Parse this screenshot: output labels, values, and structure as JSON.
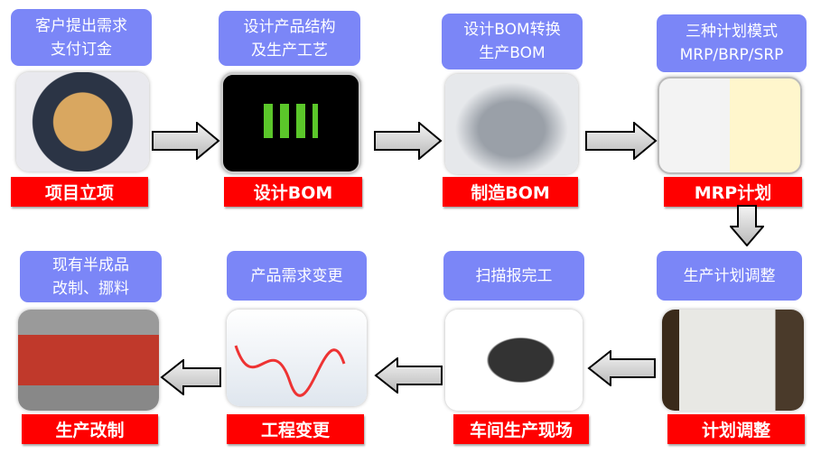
{
  "steps": [
    {
      "desc": [
        "客户提出需求",
        "支付订金"
      ],
      "label": "项目立项",
      "image": "meeting-photo"
    },
    {
      "desc": [
        "设计产品结构",
        "及生产工艺"
      ],
      "label": "设计BOM",
      "image": "cad-drawing"
    },
    {
      "desc": [
        "设计BOM转换",
        "生产BOM"
      ],
      "label": "制造BOM",
      "image": "3d-machine-model"
    },
    {
      "desc": [
        "三种计划模式",
        "MRP/BRP/SRP"
      ],
      "label": "MRP计划",
      "image": "software-screenshot"
    },
    {
      "desc": [
        "生产计划调整"
      ],
      "label": "计划调整",
      "image": "whiteboard-planning"
    },
    {
      "desc": [
        "扫描报完工"
      ],
      "label": "车间生产现场",
      "image": "barcode-scanner"
    },
    {
      "desc": [
        "产品需求变更"
      ],
      "label": "工程变更",
      "image": "demand-chart-presenter"
    },
    {
      "desc": [
        "现有半成品",
        "改制、挪料"
      ],
      "label": "生产改制",
      "image": "laser-cutting-machine"
    }
  ],
  "colors": {
    "desc_bg": "#7b86f7",
    "label_bg": "#ff0000"
  }
}
